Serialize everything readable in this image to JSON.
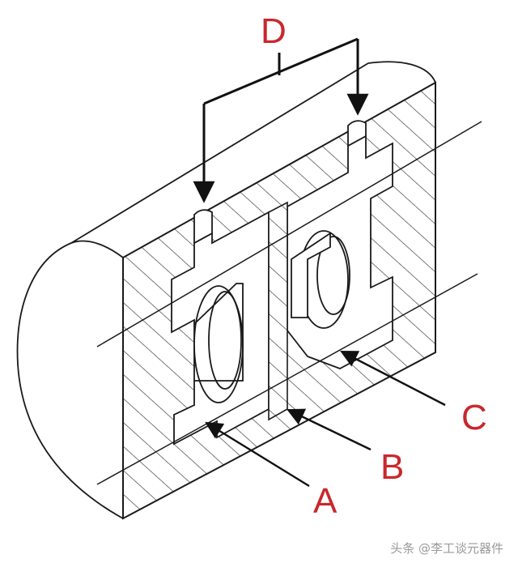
{
  "labels": {
    "a": "A",
    "b": "B",
    "c": "C",
    "d": "D"
  },
  "watermark": "头条 @李工谈元器件",
  "colors": {
    "label": "#c8282d",
    "line": "#1a1a1a",
    "hatch": "#333333"
  }
}
